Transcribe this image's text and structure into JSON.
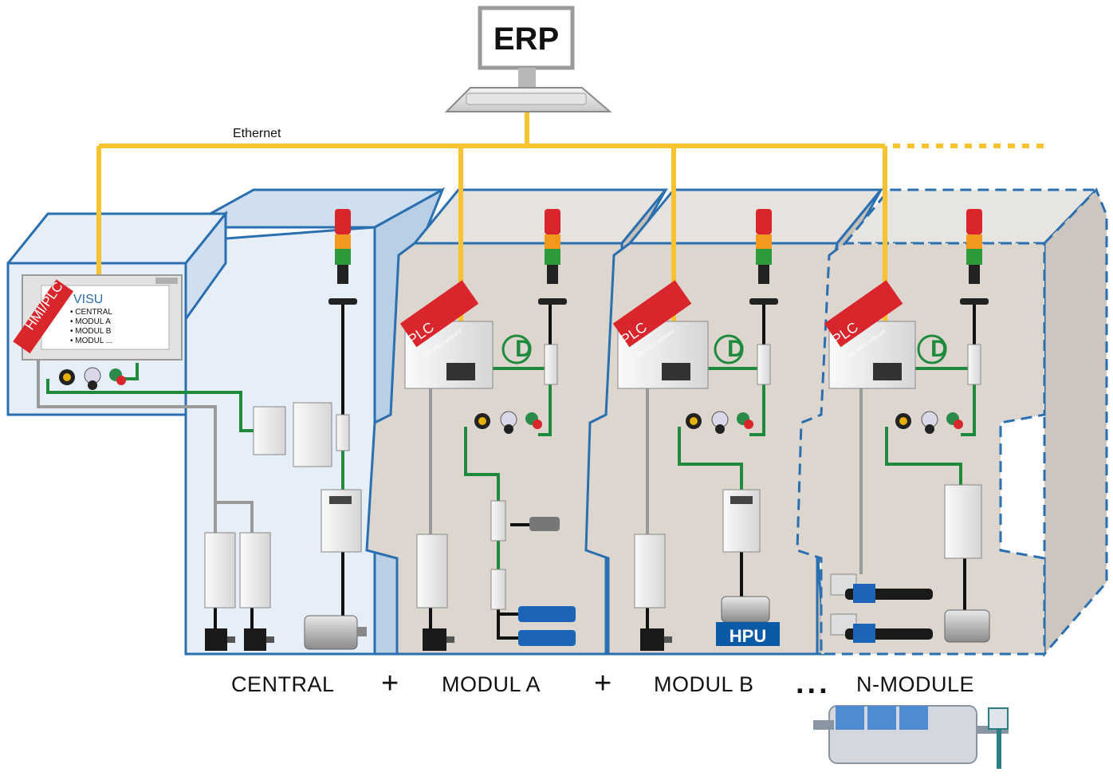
{
  "erp": {
    "label": "ERP"
  },
  "network": {
    "label": "Ethernet"
  },
  "hmi": {
    "badge": "HMI/PLC",
    "visu_title": "VISU",
    "visu_items": [
      "• CENTRAL",
      "• MODUL A",
      "• MODUL B",
      "• MODUL ..."
    ]
  },
  "plc": {
    "badge": "PLC",
    "subbadge": "mit VISU onboard"
  },
  "hpu": {
    "label": "HPU"
  },
  "captions": {
    "central": "CENTRAL",
    "modul_a": "MODUL A",
    "modul_b": "MODUL B",
    "n_module": "N-MODULE",
    "plus": "+",
    "ellipsis": "..."
  },
  "colors": {
    "ethernet": "#f7c330",
    "fieldbus": "#1f8a3c",
    "motion_cable": "#9a9a9a",
    "central_bg": "#e6eef8",
    "module_bg": "#dcd6cf",
    "module_edge": "#2a6fb0",
    "plc_red": "#d9262c",
    "hpu_blue": "#0b5aa8"
  }
}
